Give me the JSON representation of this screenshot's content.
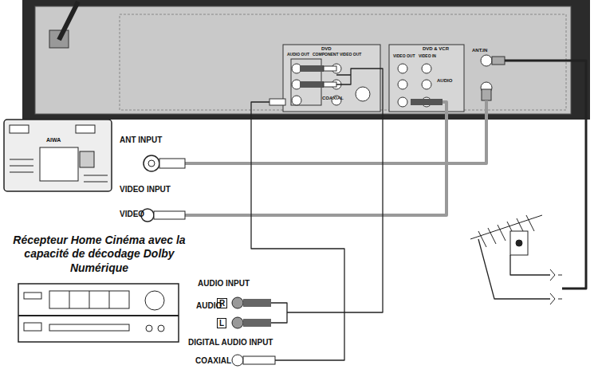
{
  "diagram": {
    "nodes": [
      {
        "text": [
          "Récepteur Home Cinéma avec la capacité de décodage Dolby Numérique"
        ]
      }
    ],
    "labels": [
      "ANT INPUT",
      "VIDEO INPUT",
      "VIDEO",
      "AUDIO INPUT",
      "R",
      "AUDIO",
      "L",
      "DIGITAL AUDIO INPUT",
      "COAXIAL",
      "DVD",
      "AUDIO OUT",
      "COMPONENT VIDEO OUT",
      "COAXIAL",
      "DVD & VCR",
      "VIDEO OUT",
      "VIDEO IN",
      "AUDIO",
      "ANT.IN",
      "AIWA"
    ]
  }
}
